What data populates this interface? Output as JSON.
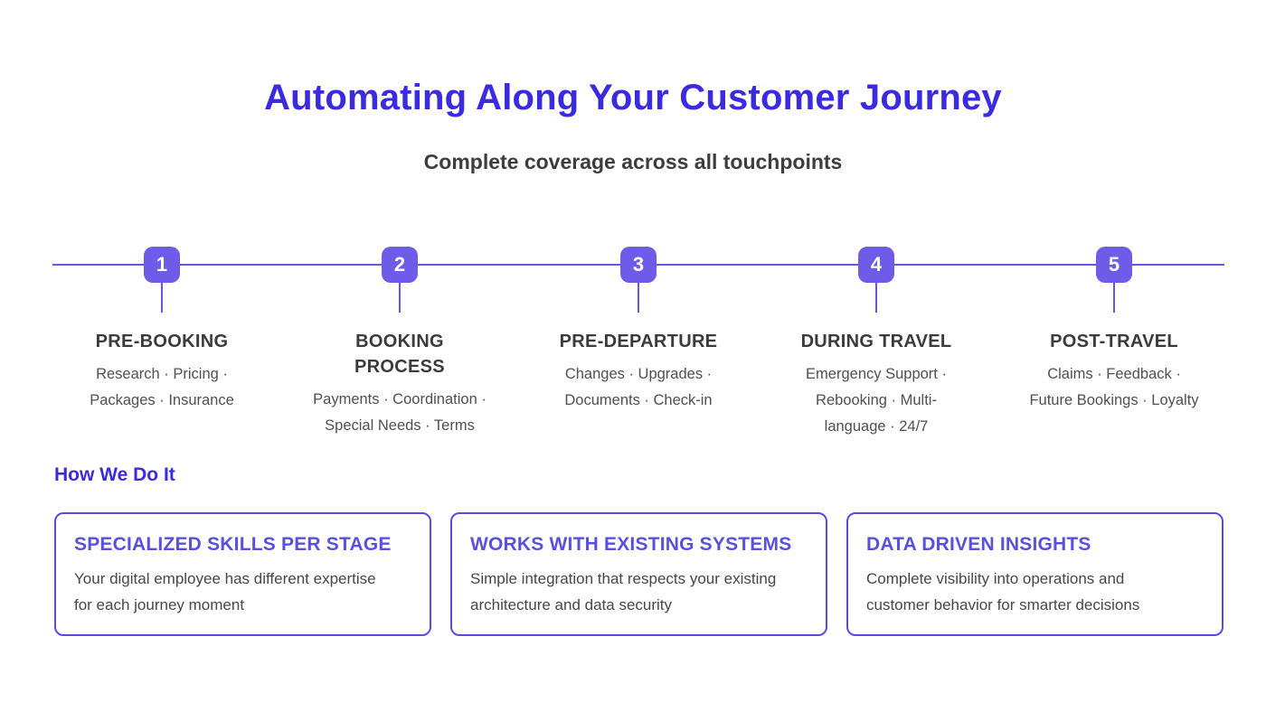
{
  "header": {
    "title": "Automating Along Your Customer Journey",
    "subtitle": "Complete coverage across all touchpoints"
  },
  "colors": {
    "heading_blue": "#3a2be0",
    "badge_purple": "#6e5be8",
    "timeline_purple": "#6657e6",
    "card_border_purple": "#5b4ae0",
    "card_title_purple": "#5a50e0",
    "dark_text": "#3b3b3b",
    "body_text": "#505050"
  },
  "timeline": {
    "stages": [
      {
        "number": "1",
        "title": "PRE-BOOKING",
        "description": "Research · Pricing · Packages · Insurance"
      },
      {
        "number": "2",
        "title": "BOOKING PROCESS",
        "description": "Payments · Coordination · Special Needs · Terms"
      },
      {
        "number": "3",
        "title": "PRE-DEPARTURE",
        "description": "Changes · Upgrades · Documents · Check-in"
      },
      {
        "number": "4",
        "title": "DURING TRAVEL",
        "description": "Emergency Support · Rebooking · Multi-language · 24/7"
      },
      {
        "number": "5",
        "title": "POST-TRAVEL",
        "description": "Claims · Feedback · Future Bookings · Loyalty"
      }
    ]
  },
  "how_section": {
    "heading": "How We Do It",
    "cards": [
      {
        "title": "SPECIALIZED SKILLS PER STAGE",
        "body": "Your digital employee has different expertise for each journey moment"
      },
      {
        "title": "WORKS WITH EXISTING SYSTEMS",
        "body": "Simple integration that respects your existing architecture and data security"
      },
      {
        "title": "DATA DRIVEN INSIGHTS",
        "body": "Complete visibility into operations and customer behavior for smarter decisions"
      }
    ]
  }
}
